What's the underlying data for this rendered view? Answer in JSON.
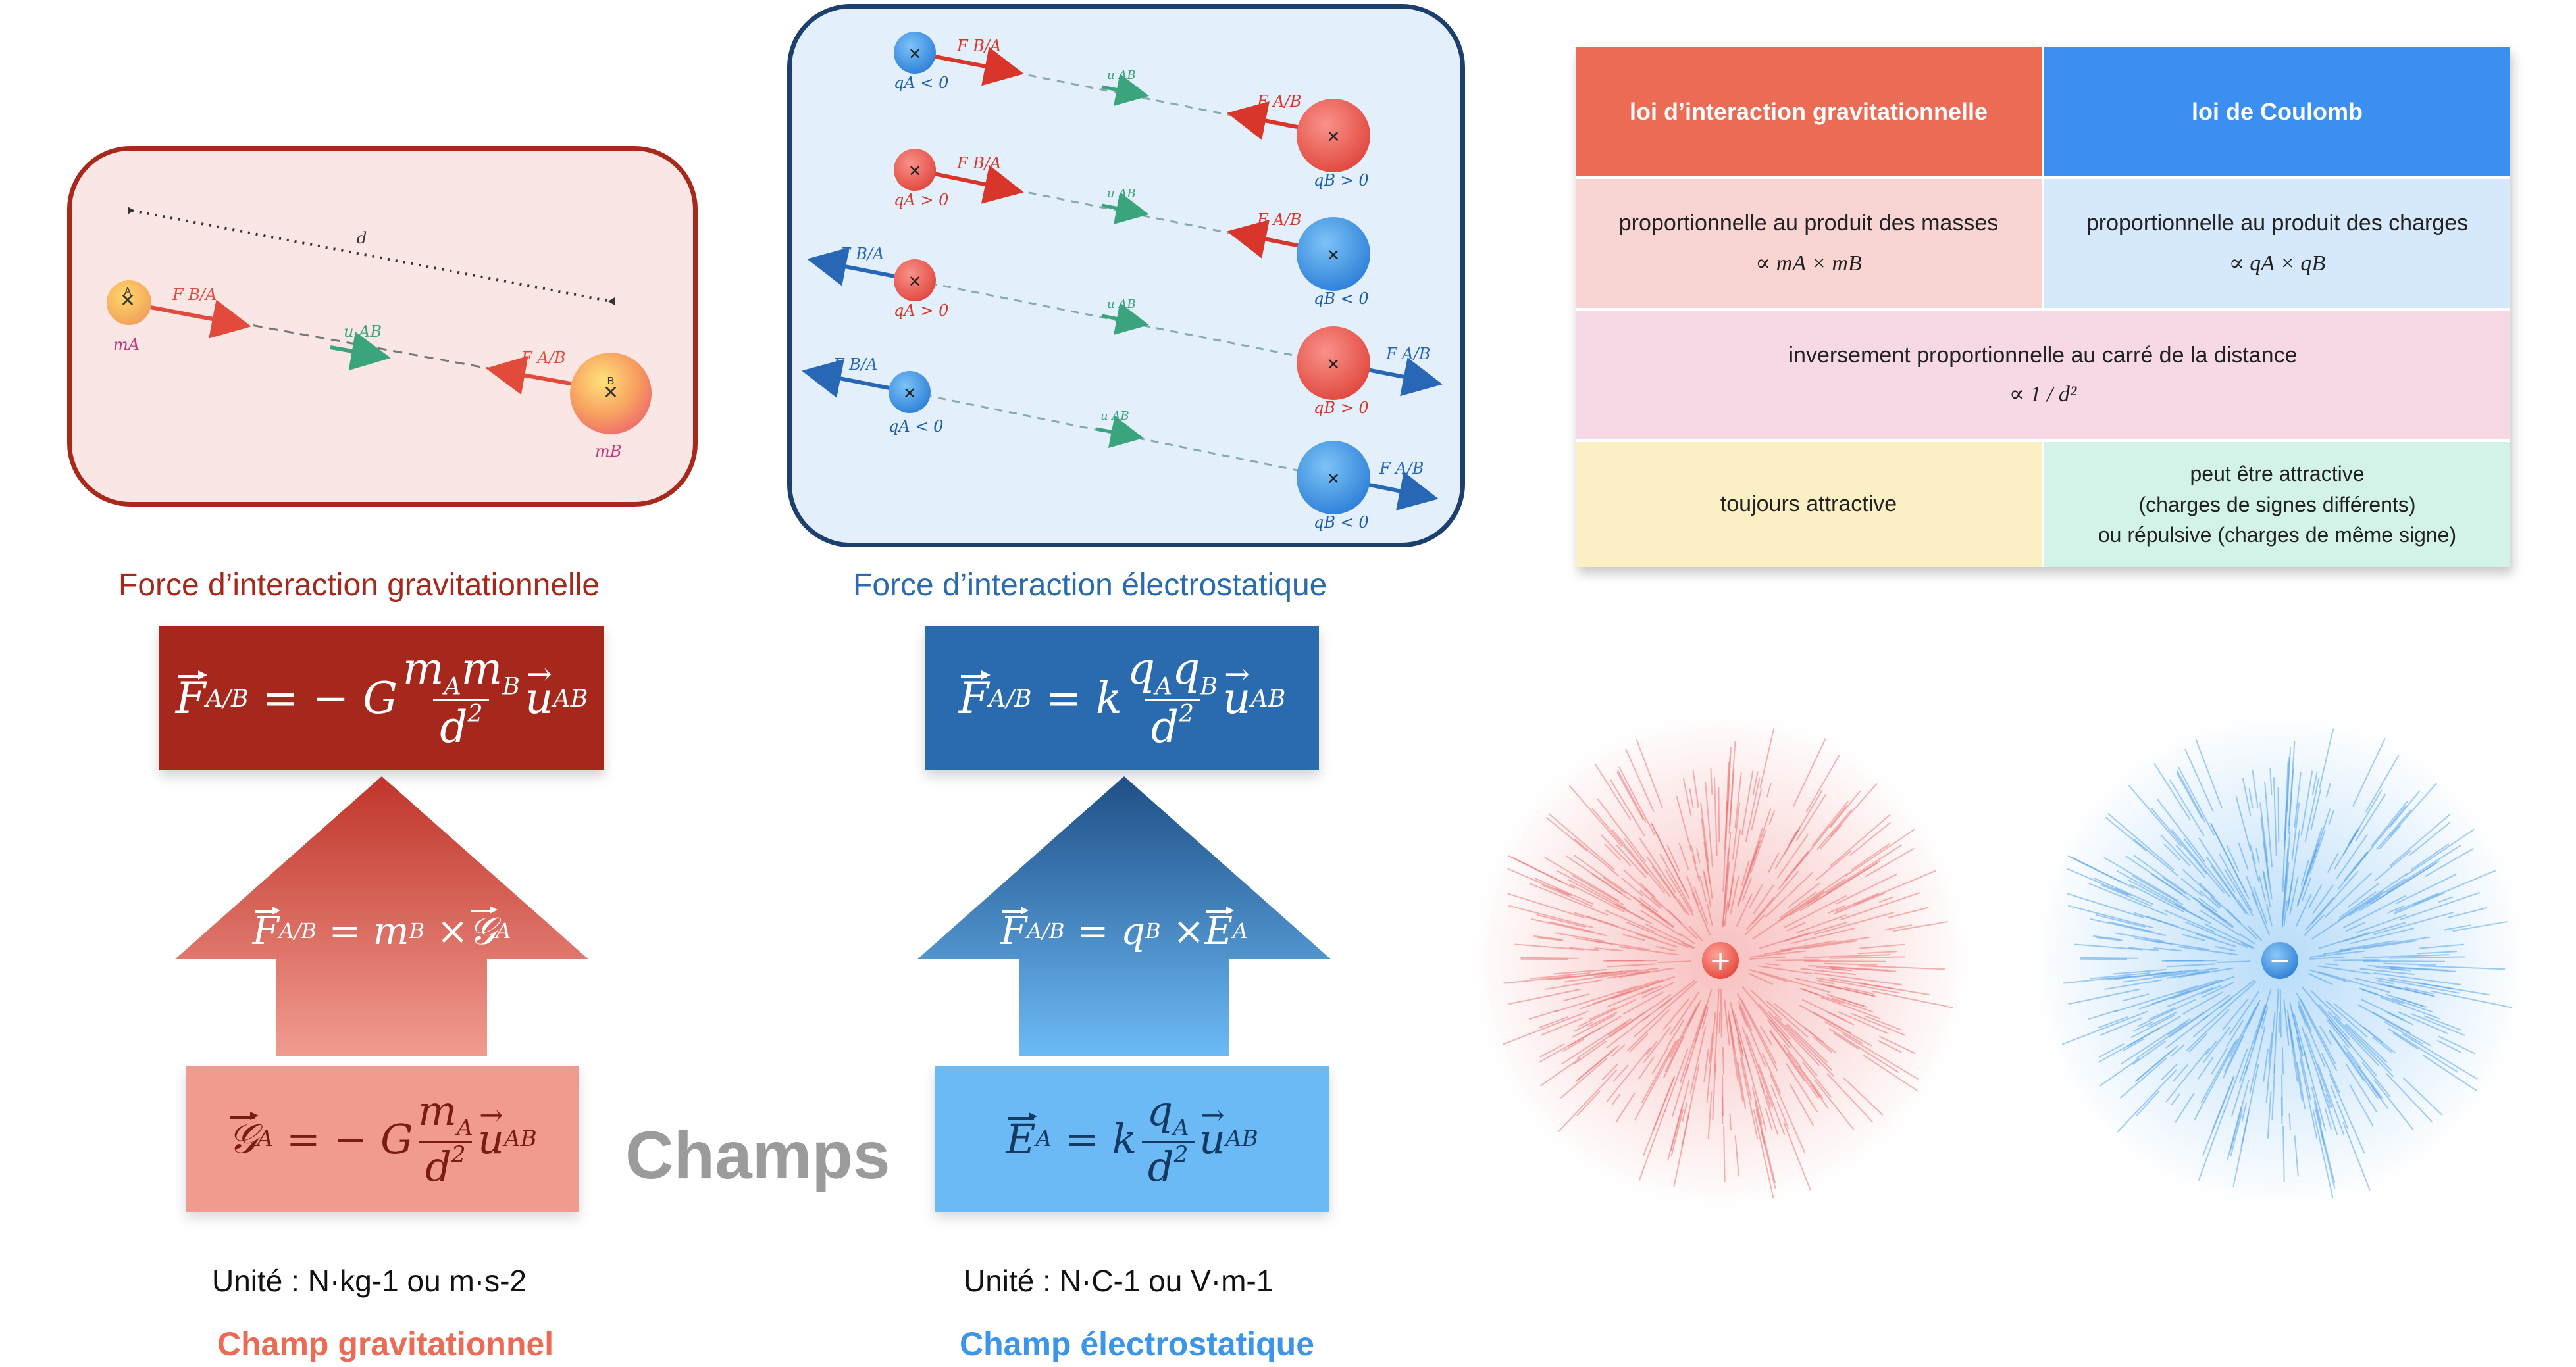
{
  "grav_diagram": {
    "label_d": "d",
    "label_mA": "mA",
    "label_mB": "mB",
    "label_A": "A",
    "label_B": "B",
    "label_FBA": "F B/A",
    "label_FAB": "F A/B",
    "label_uAB": "u AB"
  },
  "elec_diagram": {
    "rows": [
      {
        "qA": "qA < 0",
        "qB": "qB > 0"
      },
      {
        "qA": "qA > 0",
        "qB": "qB < 0"
      },
      {
        "qA": "qA > 0",
        "qB": "qB > 0"
      },
      {
        "qA": "qA < 0",
        "qB": "qB < 0"
      }
    ],
    "label_FBA": "F B/A",
    "label_FAB": "F A/B",
    "label_uAB": "u AB"
  },
  "captions": {
    "grav_force": "Force d’interaction gravitationnelle",
    "elec_force": "Force d’interaction électrostatique",
    "champs": "Champs",
    "grav_unit": "Unité : N·kg-1 ou m·s-2",
    "elec_unit": "Unité : N·C-1 ou V·m-1",
    "grav_field": "Champ gravitationnel",
    "elec_field": "Champ électrostatique"
  },
  "formulas": {
    "grav_force": "F A/B = − G mA mB / d² u AB",
    "grav_link": "F A/B = mB × 𝒢 A",
    "grav_field": "𝒢 A = − G mA / d² u AB",
    "elec_force": "F A/B = k qA qB / d² u AB",
    "elec_link": "F A/B = qB × E A",
    "elec_field": "E A = k qA / d² u AB"
  },
  "table": {
    "head_left": "loi d’interaction gravitationnelle",
    "head_right": "loi de Coulomb",
    "row1_left": "proportionnelle au produit des masses",
    "row1_left_math": "∝ mA × mB",
    "row1_right": "proportionnelle au produit des charges",
    "row1_right_math": "∝ qA × qB",
    "row2": "inversement proportionnelle au carré de la distance",
    "row2_math": "∝ 1 / d²",
    "row3_left": "toujours attractive",
    "row3_right_1": "peut être attractive",
    "row3_right_2": "(charges de signes différents)",
    "row3_right_3": "ou répulsive (charges de même signe)"
  },
  "fields": {
    "plus_symbol": "+",
    "minus_symbol": "−"
  },
  "colors": {
    "grav_dark": "#a6281c",
    "grav_mid": "#d9574a",
    "grav_light": "#f19b90",
    "elec_dark": "#2a6aae",
    "elec_mid": "#3d8ed8",
    "elec_light": "#6cbaf5",
    "table_head_left": "#ec6b55",
    "table_head_right": "#3b8ff0"
  }
}
